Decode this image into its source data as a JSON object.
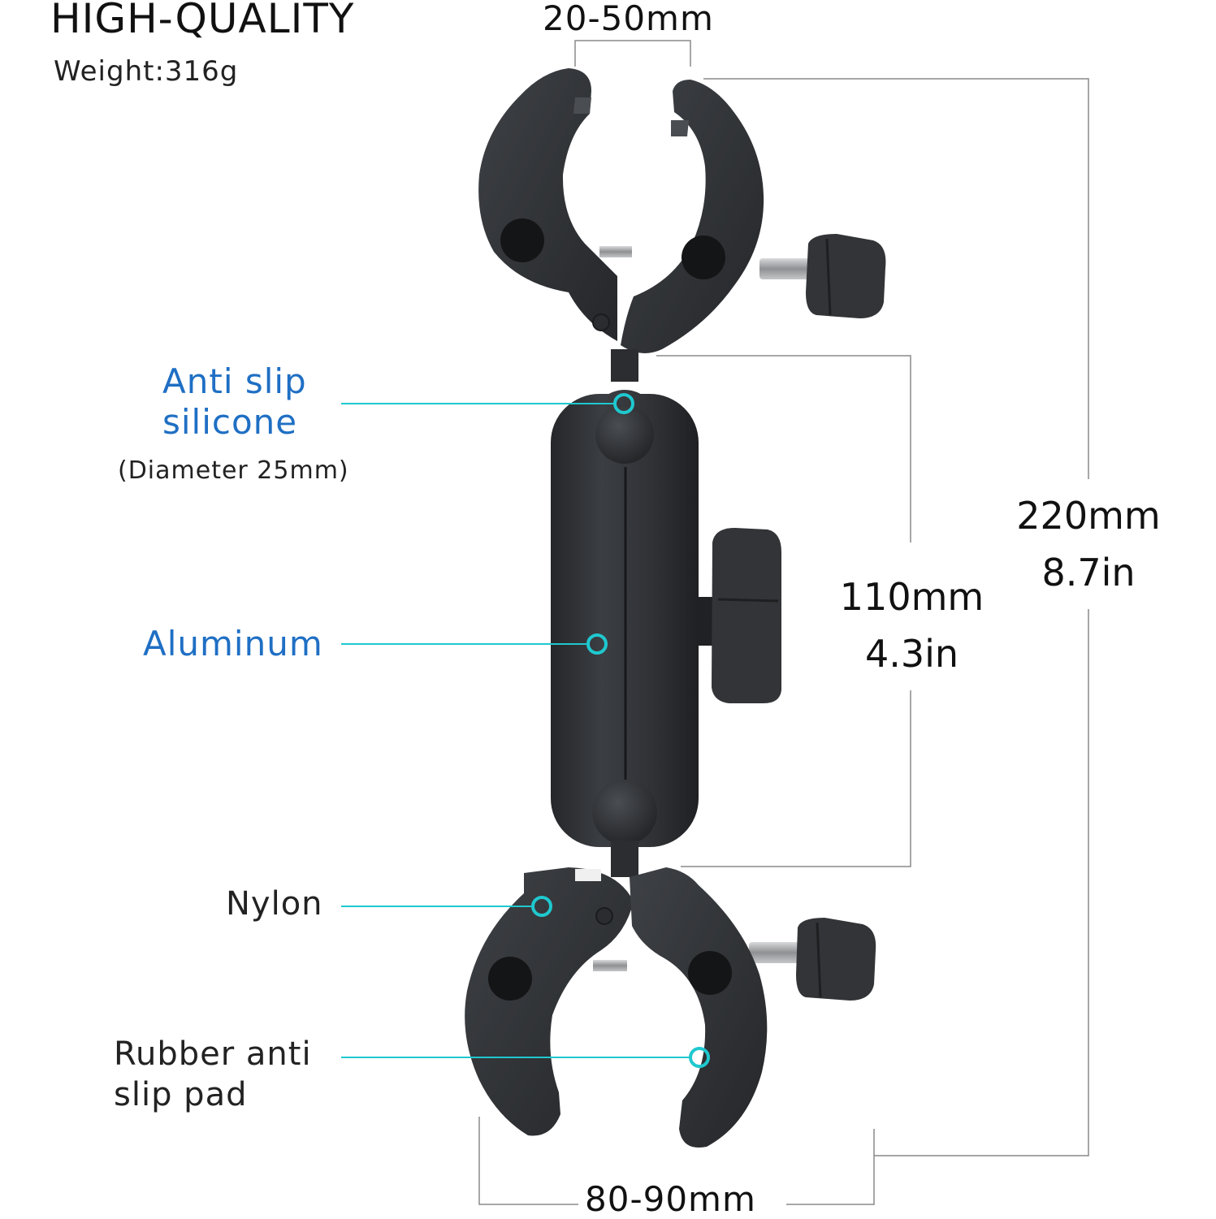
{
  "header": {
    "title": "HIGH-QUALITY",
    "weight": "Weight:316g"
  },
  "dimensions": {
    "clamp_opening": "20-50mm",
    "arm_length_mm": "110mm",
    "arm_length_in": "4.3in",
    "total_length_mm": "220mm",
    "total_length_in": "8.7in",
    "base_width": "80-90mm"
  },
  "callouts": {
    "anti_slip_line1": "Anti slip",
    "anti_slip_line2": "silicone",
    "diameter": "(Diameter 25mm)",
    "aluminum": "Aluminum",
    "nylon": "Nylon",
    "rubber_line1": "Rubber anti",
    "rubber_line2": "slip pad"
  },
  "colors": {
    "callout_blue": "#1f6fc4",
    "leader_cyan": "#1fc8cf",
    "product_dark": "#2e3033"
  }
}
